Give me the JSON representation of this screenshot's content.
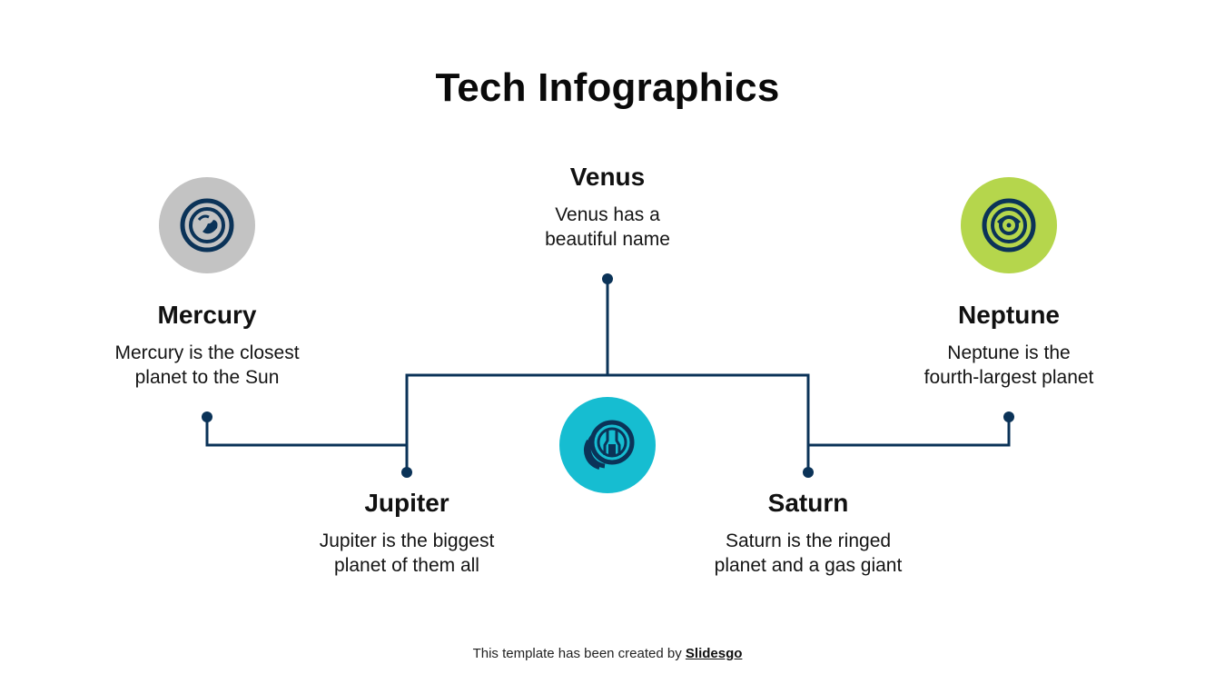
{
  "slide": {
    "title": "Tech Infographics",
    "colors": {
      "line": "#0b3358",
      "mercury_circle": "#c3c3c3",
      "neptune_circle": "#b5d64c",
      "center_circle": "#16bdd1",
      "icon": "#0b3358"
    },
    "items": {
      "mercury": {
        "name": "Mercury",
        "desc_line1": "Mercury is the closest",
        "desc_line2": "planet to the Sun",
        "icon": "mercury-planet-icon"
      },
      "venus": {
        "name": "Venus",
        "desc_line1": "Venus has a",
        "desc_line2": "beautiful name"
      },
      "neptune": {
        "name": "Neptune",
        "desc_line1": "Neptune is the",
        "desc_line2": "fourth-largest planet",
        "icon": "neptune-eye-icon"
      },
      "jupiter": {
        "name": "Jupiter",
        "desc_line1": "Jupiter is the biggest",
        "desc_line2": "planet of them all"
      },
      "saturn": {
        "name": "Saturn",
        "desc_line1": "Saturn is the ringed",
        "desc_line2": "planet and a gas giant"
      }
    },
    "center_icon": "coins-circuit-icon",
    "footer": {
      "prefix": "This template has been created by ",
      "brand": "Slidesgo"
    }
  }
}
